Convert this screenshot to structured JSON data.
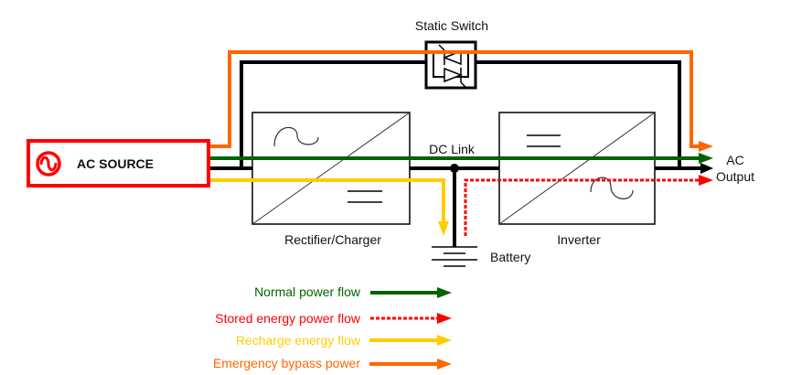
{
  "diagram": {
    "title": "UPS Power Flow Diagram",
    "components": {
      "ac_source": {
        "label": "AC SOURCE",
        "icon": "sine-wave-icon"
      },
      "static_switch": {
        "label": "Static Switch",
        "icon": "thyristor-pair-icon"
      },
      "rectifier": {
        "label": "Rectifier/Charger",
        "icons": [
          "ac-sine-icon",
          "dc-equals-icon"
        ]
      },
      "dc_link": {
        "label": "DC Link"
      },
      "inverter": {
        "label": "Inverter",
        "icons": [
          "dc-equals-icon",
          "ac-sine-icon"
        ]
      },
      "battery": {
        "label": "Battery",
        "icon": "battery-icon"
      },
      "ac_output": {
        "label_line1": "AC",
        "label_line2": "Output"
      }
    },
    "colors": {
      "normal": "#006400",
      "stored": "#ff0000",
      "recharge": "#ffcc00",
      "bypass": "#ff6600",
      "wiring": "#000000",
      "ac_source_border": "#ff0000"
    },
    "legend": [
      {
        "label": "Normal power flow",
        "color": "#006400",
        "style": "solid"
      },
      {
        "label": "Stored energy power flow",
        "color": "#ff0000",
        "style": "dotted"
      },
      {
        "label": "Recharge energy flow",
        "color": "#ffcc00",
        "style": "solid"
      },
      {
        "label": "Emergency bypass power",
        "color": "#ff6600",
        "style": "solid"
      }
    ]
  }
}
